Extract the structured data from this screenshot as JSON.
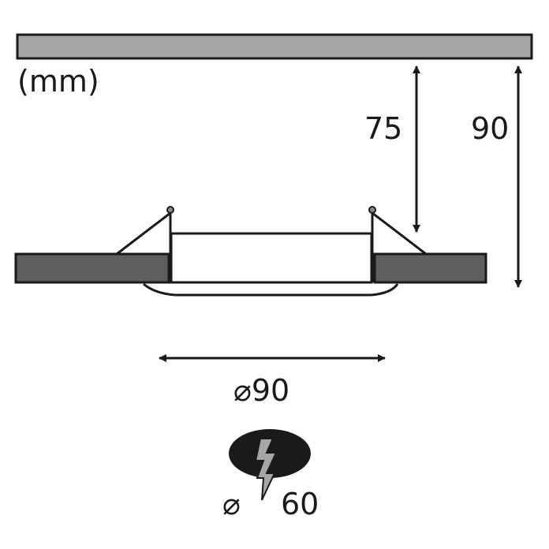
{
  "unit_label": "(mm)",
  "dimensions": {
    "recess_depth": "75",
    "total_height": "90",
    "outer_diameter": "⌀90",
    "cutout_symbol": "⌀",
    "cutout_diameter": "60"
  },
  "colors": {
    "line": "#1a1a1a",
    "ceiling_fill": "#a6a6a6",
    "panel_fill": "#5e5e5e",
    "drill_badge": "#1a1a1a",
    "bolt_fill": "#8c8c8c"
  },
  "icons": {
    "cutout": "drill-hole-icon"
  }
}
